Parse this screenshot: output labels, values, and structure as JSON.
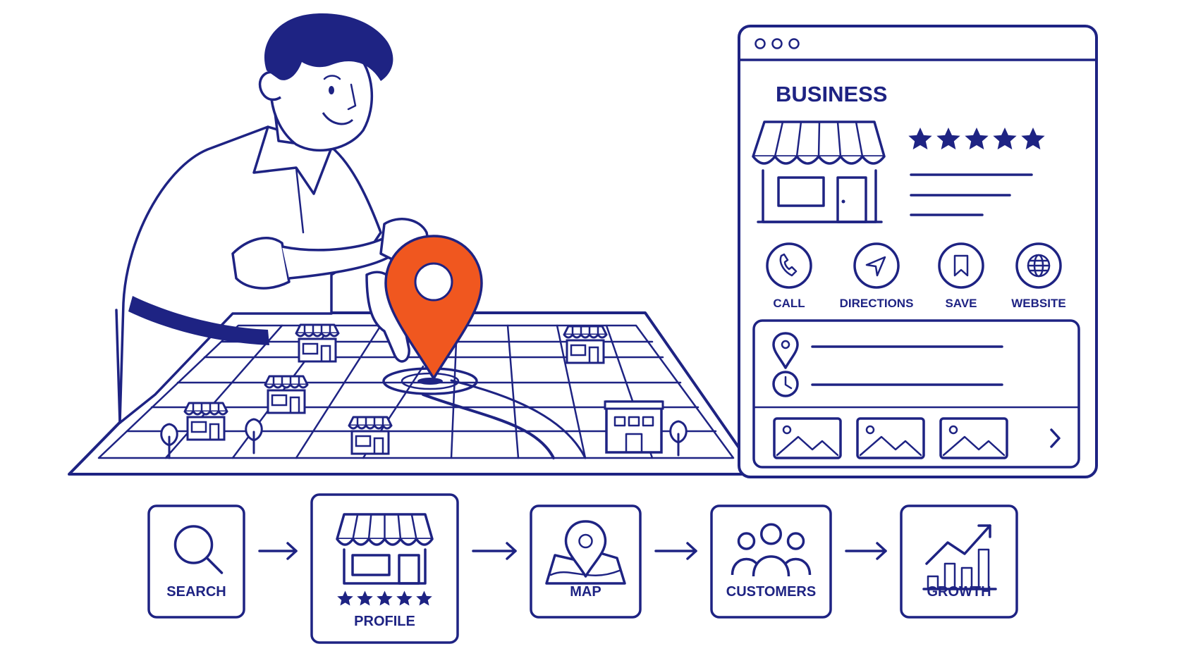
{
  "colors": {
    "ink": "#1e2383",
    "pin": "#f0571f",
    "background": "#ffffff"
  },
  "business_card": {
    "title": "BUSINESS",
    "window_dots": 3,
    "rating_stars": 5,
    "actions": [
      {
        "label": "CALL",
        "icon": "phone-icon"
      },
      {
        "label": "DIRECTIONS",
        "icon": "navigation-arrow-icon"
      },
      {
        "label": "SAVE",
        "icon": "bookmark-icon"
      },
      {
        "label": "WEBSITE",
        "icon": "globe-icon"
      }
    ],
    "info_rows": [
      {
        "icon": "location-pin-icon"
      },
      {
        "icon": "clock-icon"
      }
    ],
    "photo_count": 3
  },
  "flow": {
    "steps": [
      {
        "label": "SEARCH",
        "icon": "magnifier-icon"
      },
      {
        "label": "PROFILE",
        "icon": "storefront-icon",
        "stars": 5
      },
      {
        "label": "MAP",
        "icon": "map-pin-icon"
      },
      {
        "label": "CUSTOMERS",
        "icon": "people-group-icon"
      },
      {
        "label": "GROWTH",
        "icon": "growth-chart-icon"
      }
    ]
  }
}
